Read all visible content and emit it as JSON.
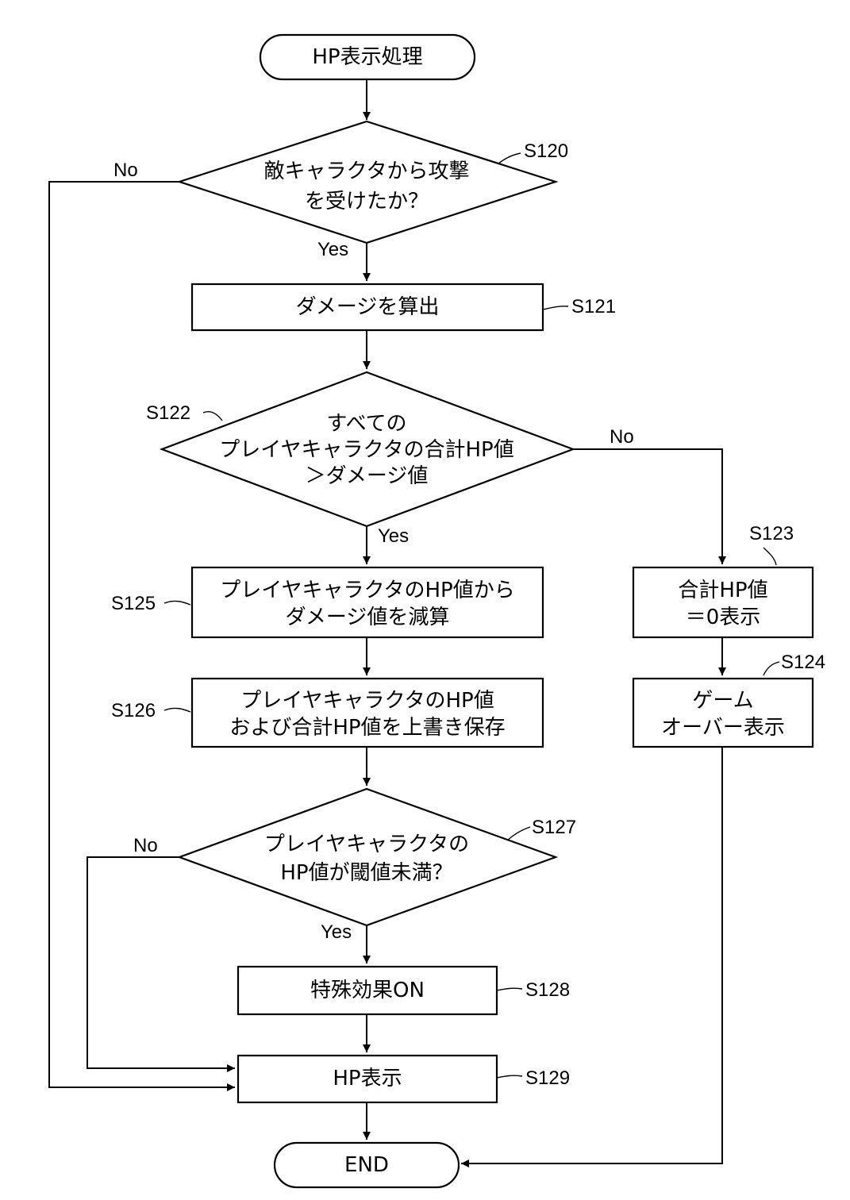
{
  "nodes": {
    "start": {
      "text": "HP表示処理"
    },
    "s120": {
      "line1": "敵キャラクタから攻撃",
      "line2": "を受けたか？",
      "step": "S120"
    },
    "s121": {
      "text": "ダメージを算出",
      "step": "S121"
    },
    "s122": {
      "line1": "すべての",
      "line2": "プレイヤキャラクタの合計HP値",
      "line3": "＞ダメージ値",
      "step": "S122"
    },
    "s123": {
      "line1": "合計HP値",
      "line2": "＝0表示",
      "step": "S123"
    },
    "s124": {
      "line1": "ゲーム",
      "line2": "オーバー表示",
      "step": "S124"
    },
    "s125": {
      "line1": "プレイヤキャラクタのHP値から",
      "line2": "ダメージ値を減算",
      "step": "S125"
    },
    "s126": {
      "line1": "プレイヤキャラクタのHP値",
      "line2": "および合計HP値を上書き保存",
      "step": "S126"
    },
    "s127": {
      "line1": "プレイヤキャラクタの",
      "line2": "HP値が閾値未満？",
      "step": "S127"
    },
    "s128": {
      "text": "特殊効果ON",
      "step": "S128"
    },
    "s129": {
      "text": "HP表示",
      "step": "S129"
    },
    "end": {
      "text": "END"
    }
  },
  "branches": {
    "yes": "Yes",
    "no": "No"
  }
}
